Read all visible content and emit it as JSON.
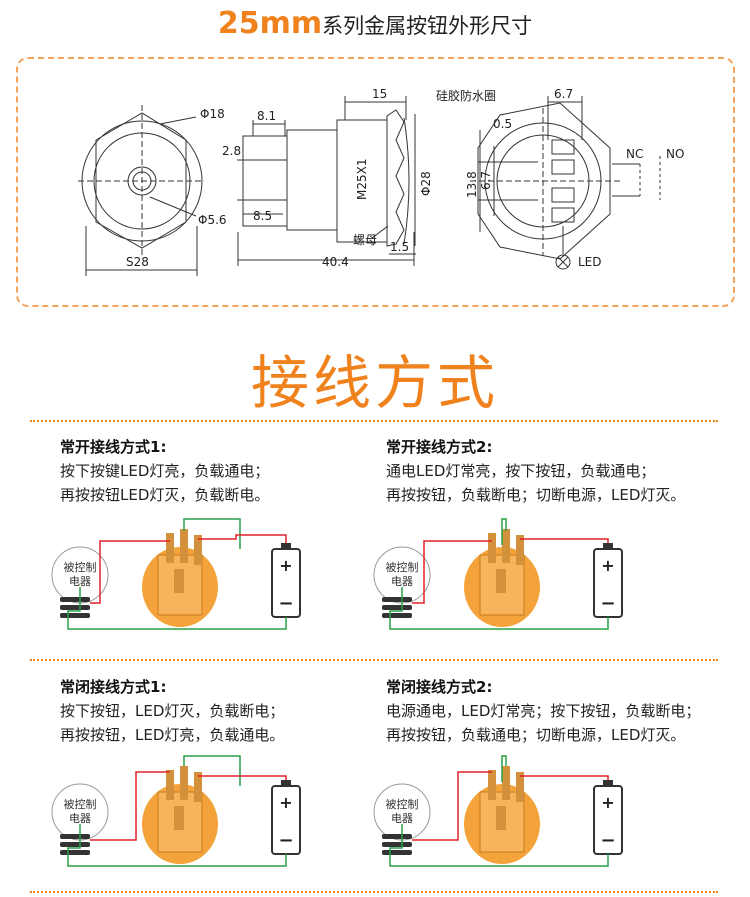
{
  "header": {
    "size": "25mm",
    "title": "系列金属按钮外形尺寸"
  },
  "dimensions": {
    "phi18": "Φ18",
    "phi5_6": "Φ5.6",
    "s28": "S28",
    "d8_1": "8.1",
    "d2_8": "2.8",
    "d8_5": "8.5",
    "d40_4": "40.4",
    "d15": "15",
    "seal": "硅胶防水圈",
    "thread": "M25X1",
    "phi28": "Φ28",
    "nut": "螺母",
    "d1_5": "1.5",
    "d6_7_top": "6.7",
    "d0_5": "0.5",
    "d13_8": "13.8",
    "d6_7_side": "6.7",
    "nc": "NC",
    "no": "NO",
    "led": "LED"
  },
  "section_title": "接线方式",
  "wiring": [
    {
      "title": "常开接线方式1:",
      "line1": "按下按键LED灯亮，负载通电；",
      "line2": "再按按钮LED灯灭，负载断电。",
      "device": "被控制电器"
    },
    {
      "title": "常开接线方式2:",
      "line1": "通电LED灯常亮，按下按钮，负载通电；",
      "line2": "再按按钮，负载断电；切断电源，LED灯灭。",
      "device": "被控制电器"
    },
    {
      "title": "常闭接线方式1:",
      "line1": "按下按钮，LED灯灭，负载断电；",
      "line2": "再按按钮，LED灯亮，负载通电。",
      "device": "被控制电器"
    },
    {
      "title": "常闭接线方式2:",
      "line1": "电源通电，LED灯常亮；按下按钮，负载断电；",
      "line2": "再按按钮，负载通电；切断电源，LED灯灭。",
      "device": "被控制电器"
    }
  ],
  "battery": {
    "plus": "+",
    "minus": "−"
  },
  "colors": {
    "accent": "#f0821e",
    "wire_red": "#e0202a",
    "wire_green": "#27a046",
    "button_orange": "#f3a33a"
  }
}
